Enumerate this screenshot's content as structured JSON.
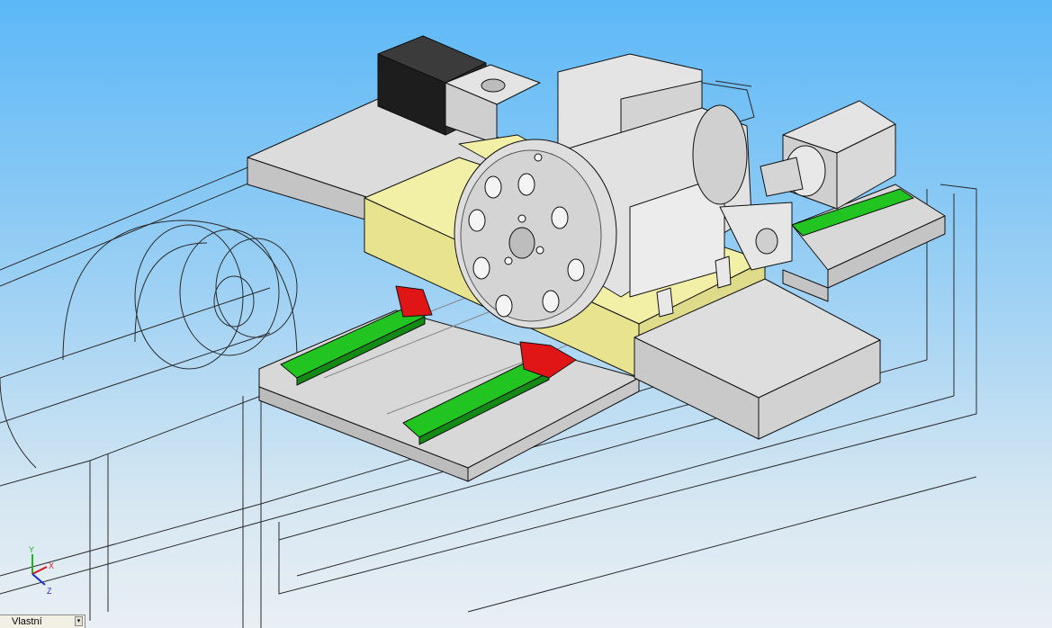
{
  "view": {
    "orientation_label": "Vlastní",
    "orientation_arrow": "▾"
  },
  "triad": {
    "x_label": "X",
    "y_label": "Y",
    "z_label": "Z",
    "x_color": "#d11b1b",
    "y_color": "#1bb51b",
    "z_color": "#1b2bd1"
  },
  "colors": {
    "background_top": "#5cb8f7",
    "background_bottom": "#e9eff4",
    "rail_green": "#22c422",
    "carriage_red": "#e01515",
    "saddle_yellow": "#f2efa6",
    "steel_gray": "#d8d8d8",
    "motor_black": "#1d1d1d"
  }
}
